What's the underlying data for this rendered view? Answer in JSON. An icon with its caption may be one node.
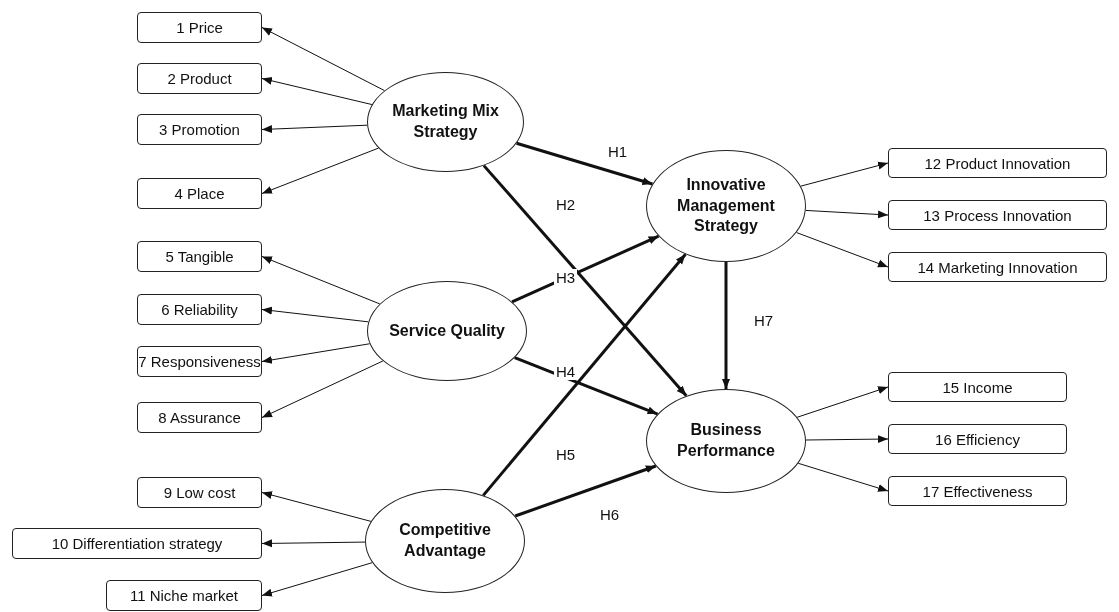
{
  "diagram": {
    "nodes": [
      {
        "text": [
          "1 Price"
        ]
      },
      {
        "text": [
          "2 Product"
        ]
      },
      {
        "text": [
          "3 Promotion"
        ]
      },
      {
        "text": [
          "4 Place"
        ]
      },
      {
        "text": [
          "5 Tangible"
        ]
      },
      {
        "text": [
          "6 Reliability"
        ]
      },
      {
        "text": [
          "7 Responsiveness"
        ]
      },
      {
        "text": [
          "8 Assurance"
        ]
      },
      {
        "text": [
          "9 Low cost"
        ]
      },
      {
        "text": [
          "10 Differentiation strategy"
        ]
      },
      {
        "text": [
          "11 Niche market"
        ]
      },
      {
        "text": [
          "Marketing Mix Strategy"
        ]
      },
      {
        "text": [
          "Service Quality"
        ]
      },
      {
        "text": [
          "Competitive Advantage"
        ]
      },
      {
        "text": [
          "Innovative Management Strategy"
        ]
      },
      {
        "text": [
          "Business Performance"
        ]
      },
      {
        "text": [
          "12 Product Innovation"
        ]
      },
      {
        "text": [
          "13 Process Innovation"
        ]
      },
      {
        "text": [
          "14 Marketing Innovation"
        ]
      },
      {
        "text": [
          "15 Income"
        ]
      },
      {
        "text": [
          "16 Efficiency"
        ]
      },
      {
        "text": [
          "17 Effectiveness"
        ]
      }
    ],
    "edges": [
      {
        "from": 11,
        "to": 0,
        "arrow": "to"
      },
      {
        "from": 11,
        "to": 1,
        "arrow": "to"
      },
      {
        "from": 11,
        "to": 2,
        "arrow": "to"
      },
      {
        "from": 11,
        "to": 3,
        "arrow": "to"
      },
      {
        "from": 12,
        "to": 4,
        "arrow": "to"
      },
      {
        "from": 12,
        "to": 5,
        "arrow": "to"
      },
      {
        "from": 12,
        "to": 6,
        "arrow": "to"
      },
      {
        "from": 12,
        "to": 7,
        "arrow": "to"
      },
      {
        "from": 13,
        "to": 8,
        "arrow": "to"
      },
      {
        "from": 13,
        "to": 9,
        "arrow": "to"
      },
      {
        "from": 13,
        "to": 10,
        "arrow": "to"
      },
      {
        "from": 11,
        "to": 14,
        "arrow": "to",
        "label": "H1",
        "style": "thick"
      },
      {
        "from": 11,
        "to": 15,
        "arrow": "to",
        "label": "H2",
        "style": "thick"
      },
      {
        "from": 12,
        "to": 14,
        "arrow": "to",
        "label": "H3",
        "style": "thick"
      },
      {
        "from": 12,
        "to": 15,
        "arrow": "to",
        "label": "H4",
        "style": "thick"
      },
      {
        "from": 13,
        "to": 14,
        "arrow": "to",
        "label": "H5",
        "style": "thick"
      },
      {
        "from": 13,
        "to": 15,
        "arrow": "to",
        "label": "H6",
        "style": "thick"
      },
      {
        "from": 14,
        "to": 15,
        "arrow": "to",
        "label": "H7",
        "style": "thick"
      },
      {
        "from": 14,
        "to": 16,
        "arrow": "to"
      },
      {
        "from": 14,
        "to": 17,
        "arrow": "to"
      },
      {
        "from": 14,
        "to": 18,
        "arrow": "to"
      },
      {
        "from": 15,
        "to": 19,
        "arrow": "to"
      },
      {
        "from": 15,
        "to": 20,
        "arrow": "to"
      },
      {
        "from": 15,
        "to": 21,
        "arrow": "to"
      }
    ]
  }
}
